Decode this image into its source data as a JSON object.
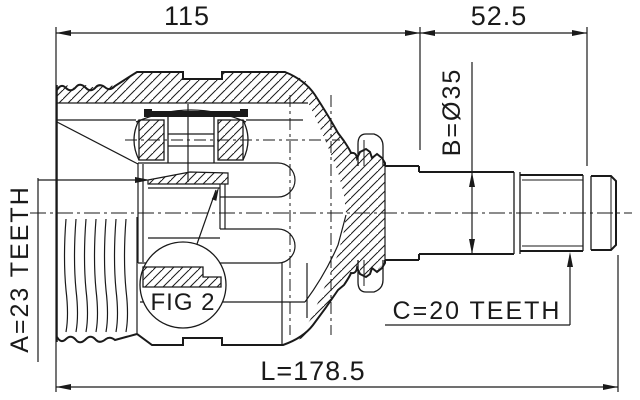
{
  "drawing": {
    "type": "cv-joint-cross-section",
    "dimensions": {
      "housing_width": "115",
      "shaft_width": "52.5",
      "total_length": "L=178.5"
    },
    "callouts": {
      "spline_a": "A=23 TEETH",
      "diameter_b": "B=Ø35",
      "spline_c": "C=20 TEETH",
      "detail_circle": "FIG 2"
    },
    "colors": {
      "line": "#1a1a1a",
      "background": "#ffffff"
    }
  }
}
